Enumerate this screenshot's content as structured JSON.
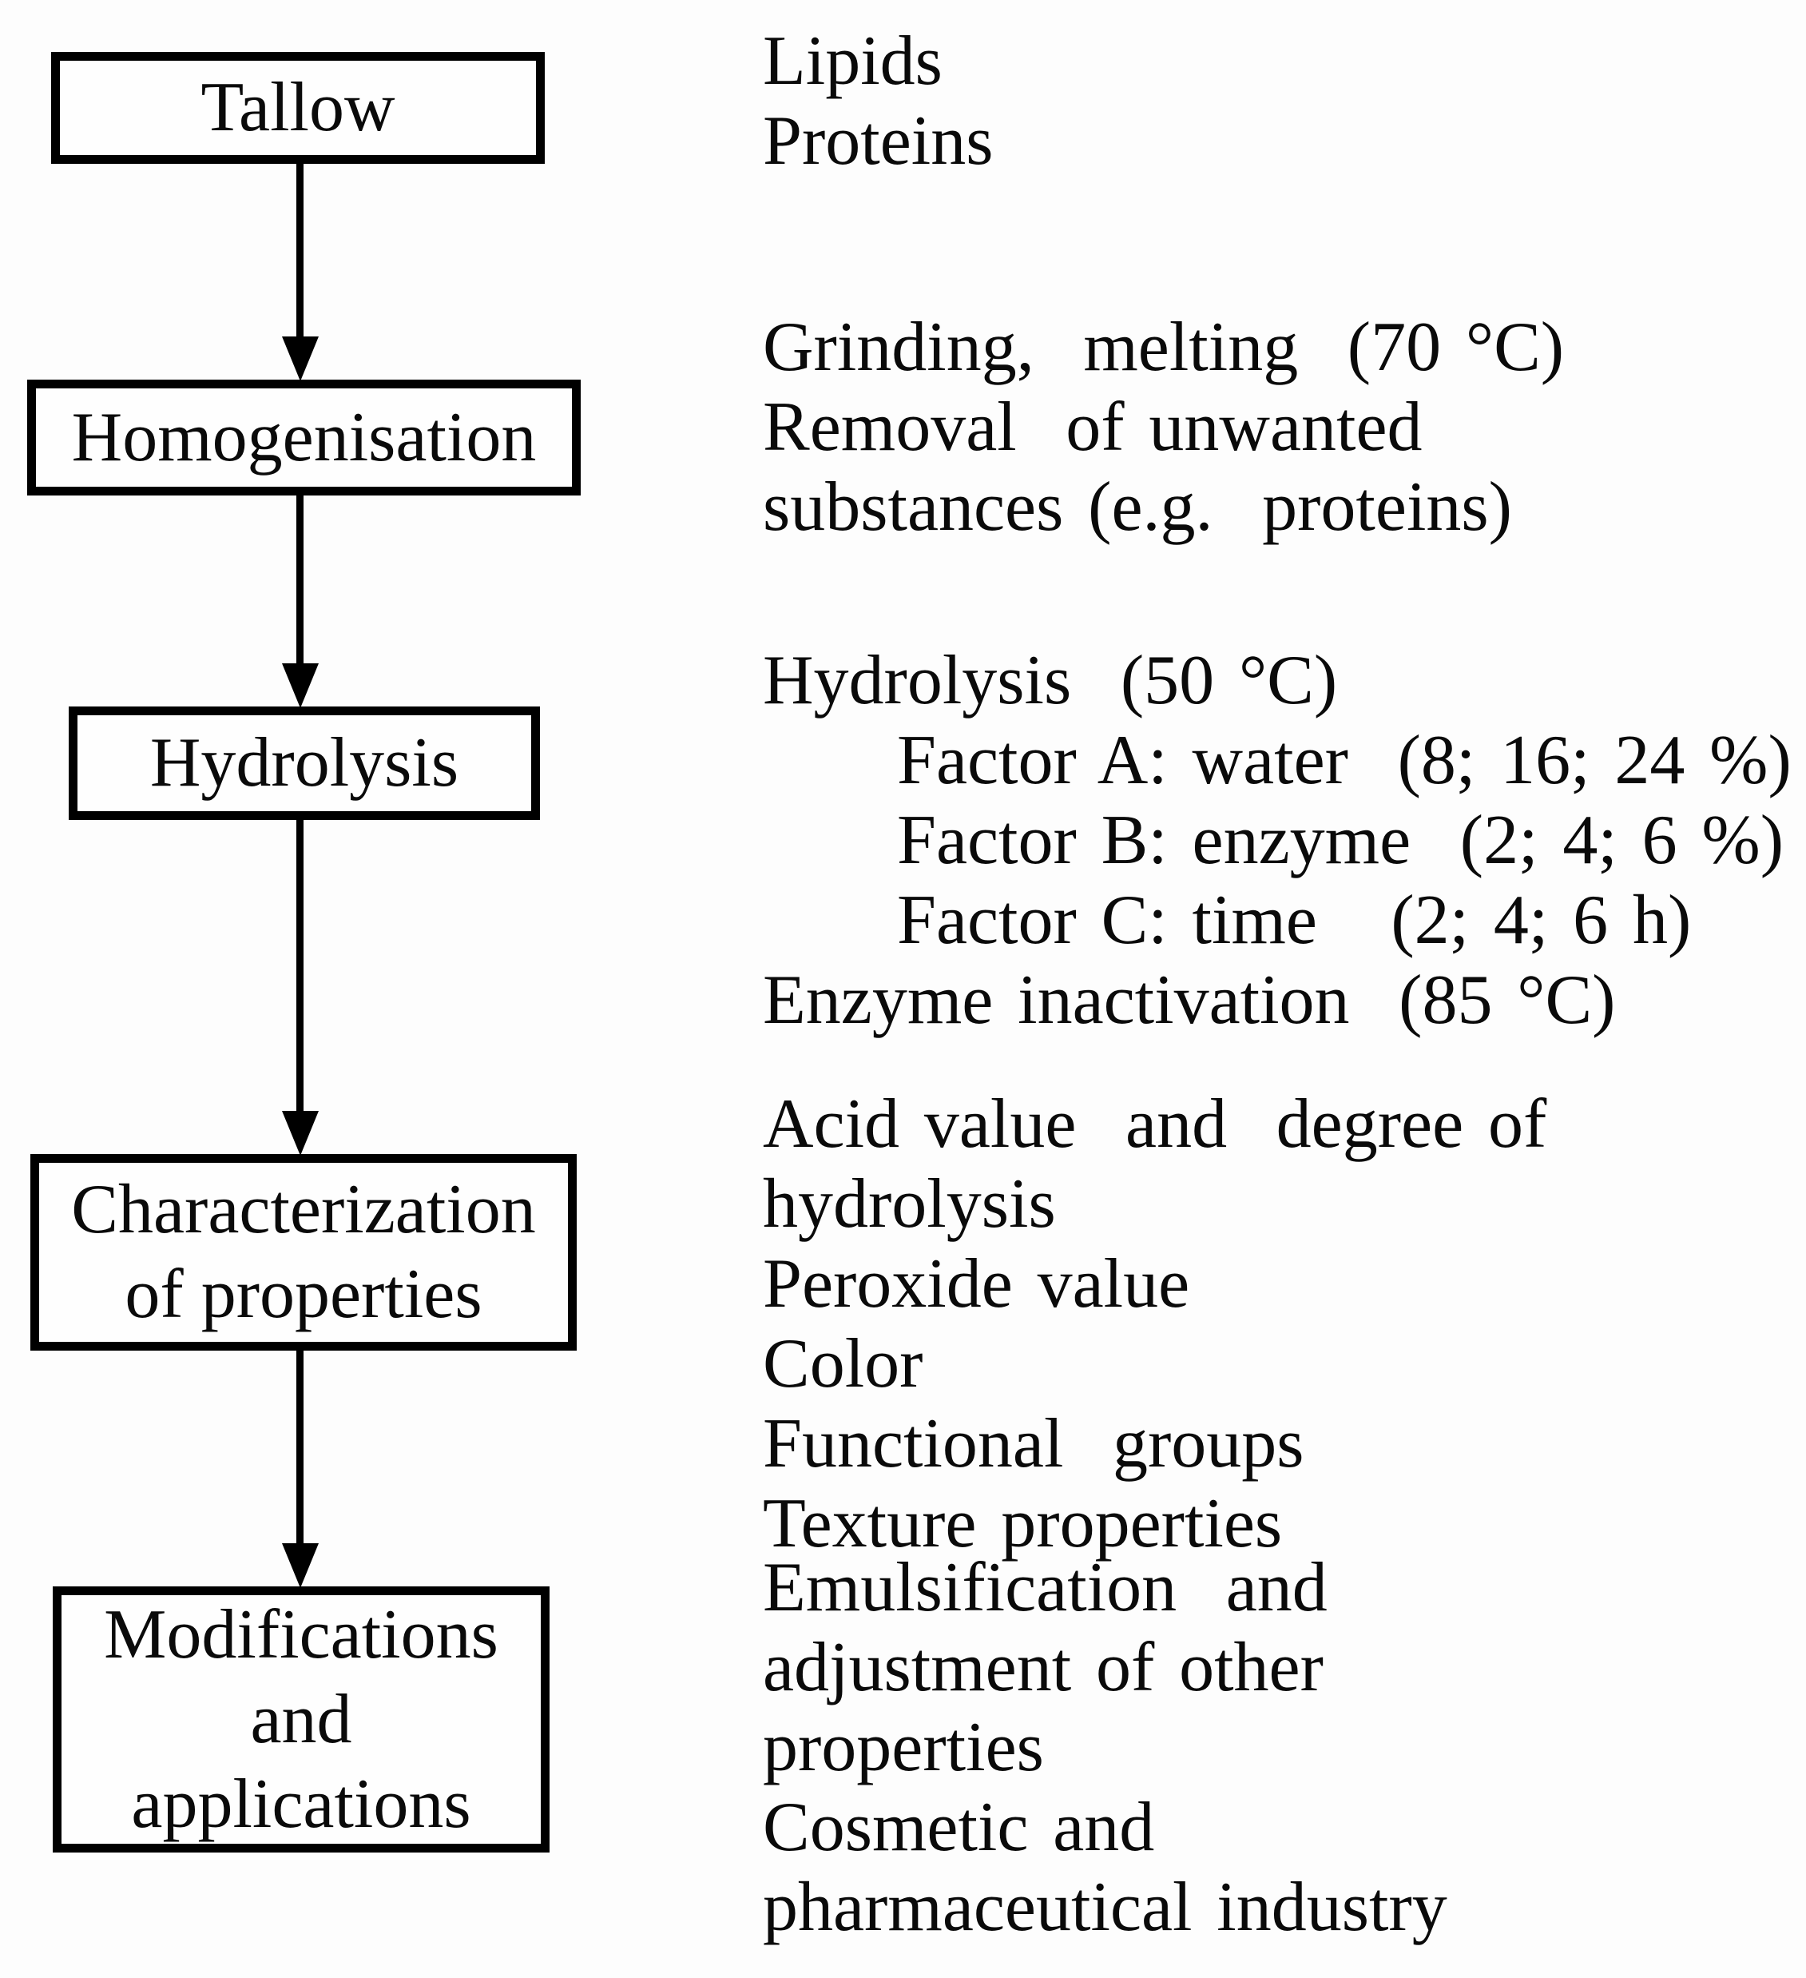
{
  "figure": {
    "background": "#fdfdfd",
    "ink": "#000000",
    "boxes": [
      {
        "label": "Tallow"
      },
      {
        "label": "Homogenisation"
      },
      {
        "label": "Hydrolysis"
      },
      {
        "label": "Characterization\nof properties"
      },
      {
        "label": "Modifications\nand\napplications"
      }
    ],
    "annotation_groups": [
      {
        "lines": [
          {
            "text": "Lipids"
          },
          {
            "text": "Proteins"
          }
        ]
      },
      {
        "lines": [
          {
            "text": "Grinding,  melting  (70 °C)"
          },
          {
            "text": "Removal  of unwanted"
          },
          {
            "text": "substances (e.g.  proteins)"
          }
        ]
      },
      {
        "lines": [
          {
            "text": "Hydrolysis  (50 °C)"
          },
          {
            "text": "Factor A: water  (8; 16; 24 %)"
          },
          {
            "text": "Factor B: enzyme  (2; 4; 6 %)"
          },
          {
            "text": "Factor C: time   (2; 4; 6 h)"
          },
          {
            "text": "Enzyme inactivation  (85 °C)"
          }
        ]
      },
      {
        "lines": [
          {
            "text": "Acid value  and  degree of hydrolysis"
          },
          {
            "text": "Peroxide value"
          },
          {
            "text": "Color"
          },
          {
            "text": "Functional  groups"
          },
          {
            "text": "Texture properties"
          }
        ]
      },
      {
        "lines": [
          {
            "text": "Emulsification  and"
          },
          {
            "text": "adjustment of other"
          },
          {
            "text": "properties"
          },
          {
            "text": "Cosmetic and"
          },
          {
            "text": "pharmaceutical industry"
          }
        ]
      }
    ]
  }
}
